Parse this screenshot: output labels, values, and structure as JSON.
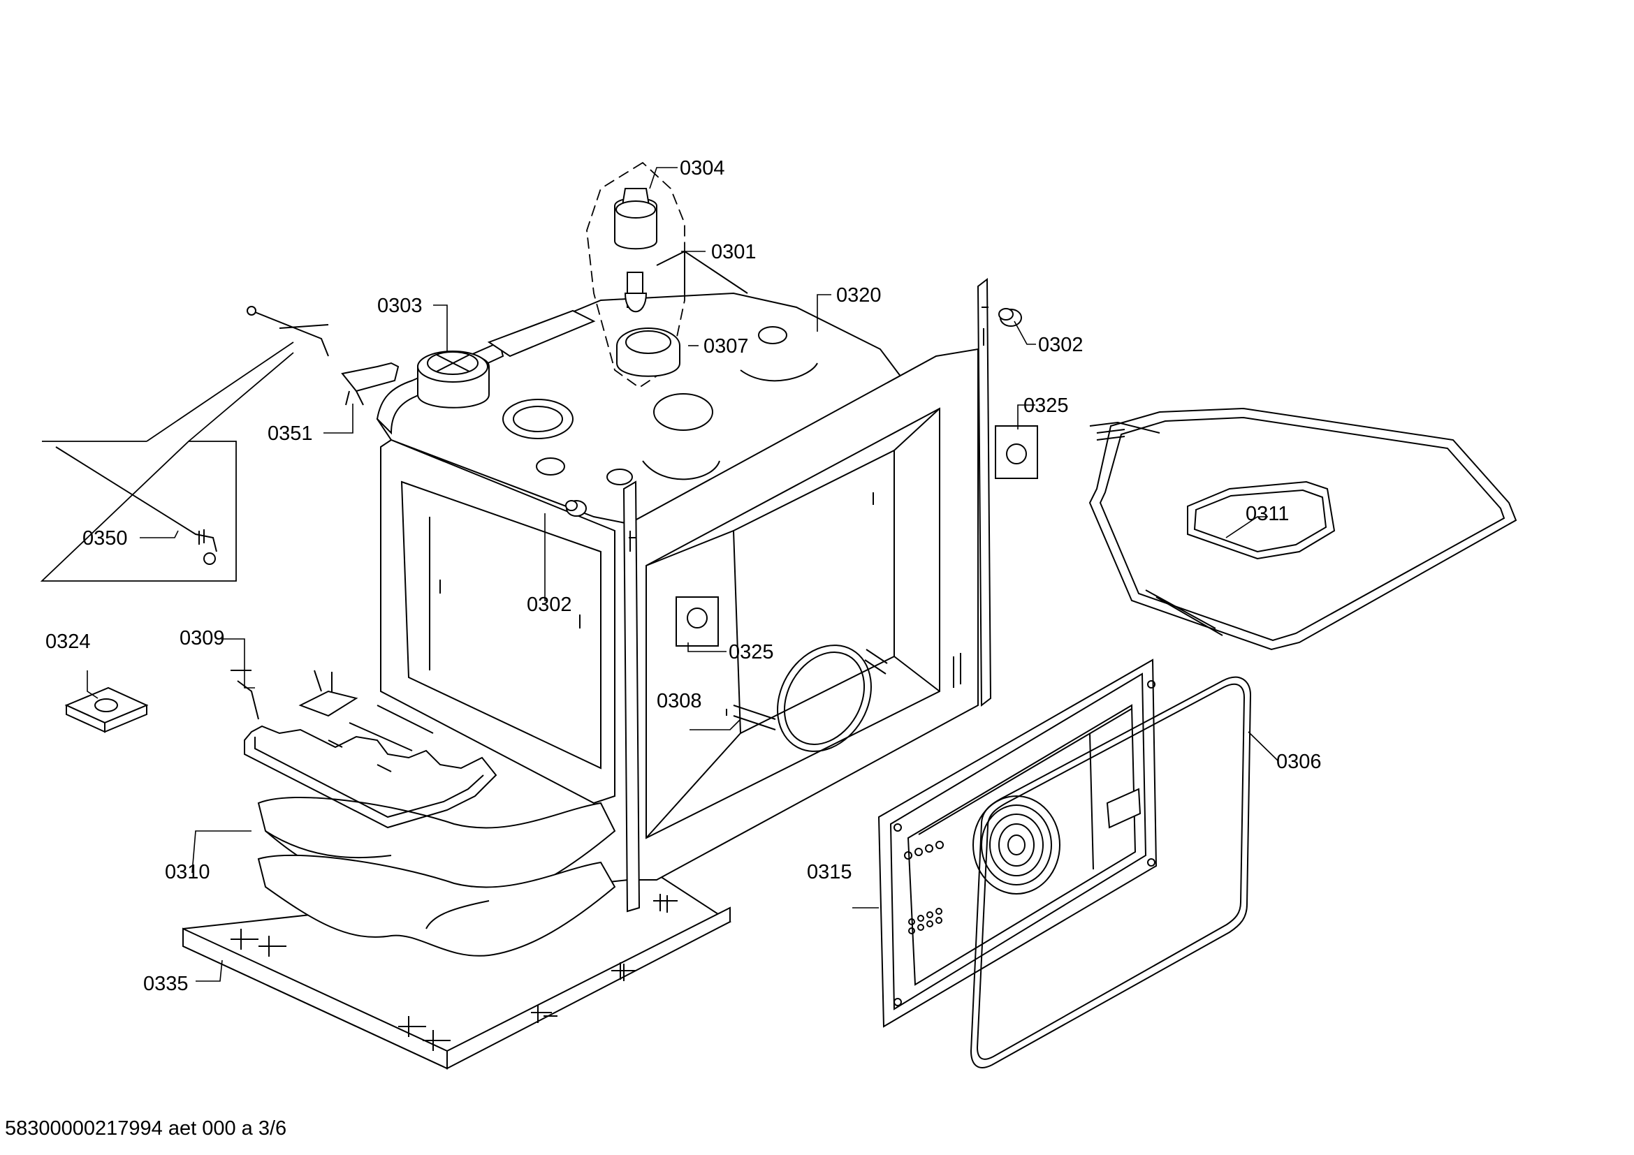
{
  "labels": {
    "l0304": "0304",
    "l0301": "0301",
    "l0303": "0303",
    "l0320": "0320",
    "l0307": "0307",
    "l0302a": "0302",
    "l0302b": "0302",
    "l0351": "0351",
    "l0325a": "0325",
    "l0325b": "0325",
    "l0350": "0350",
    "l0311": "0311",
    "l0324": "0324",
    "l0309": "0309",
    "l0308": "0308",
    "l0306": "0306",
    "l0310": "0310",
    "l0315": "0315",
    "l0335": "0335"
  },
  "footer": {
    "document_code": "58300000217994 aet 000 a 3/6"
  }
}
